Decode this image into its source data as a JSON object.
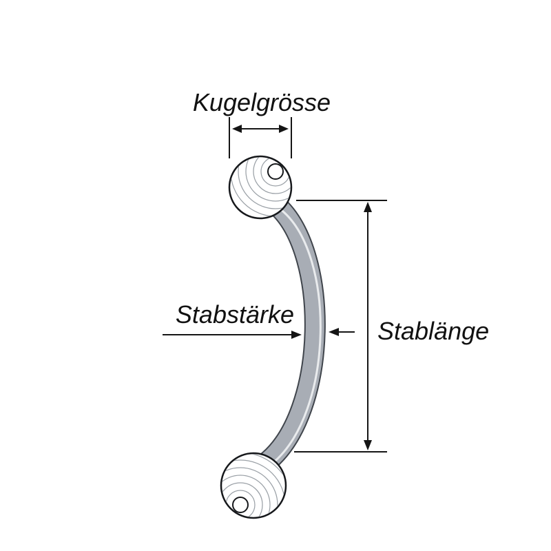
{
  "diagram": {
    "labels": {
      "ball_size": "Kugelgrösse",
      "bar_thickness": "Stabstärke",
      "bar_length": "Stablänge"
    },
    "colors": {
      "background": "#ffffff",
      "line": "#141414",
      "bar_fill": "#a8adb5",
      "bar_outline": "#3f444b",
      "bar_highlight": "#eceef0",
      "ball_fill": "#ffffff",
      "ball_ring": "#9aa0a6"
    }
  }
}
